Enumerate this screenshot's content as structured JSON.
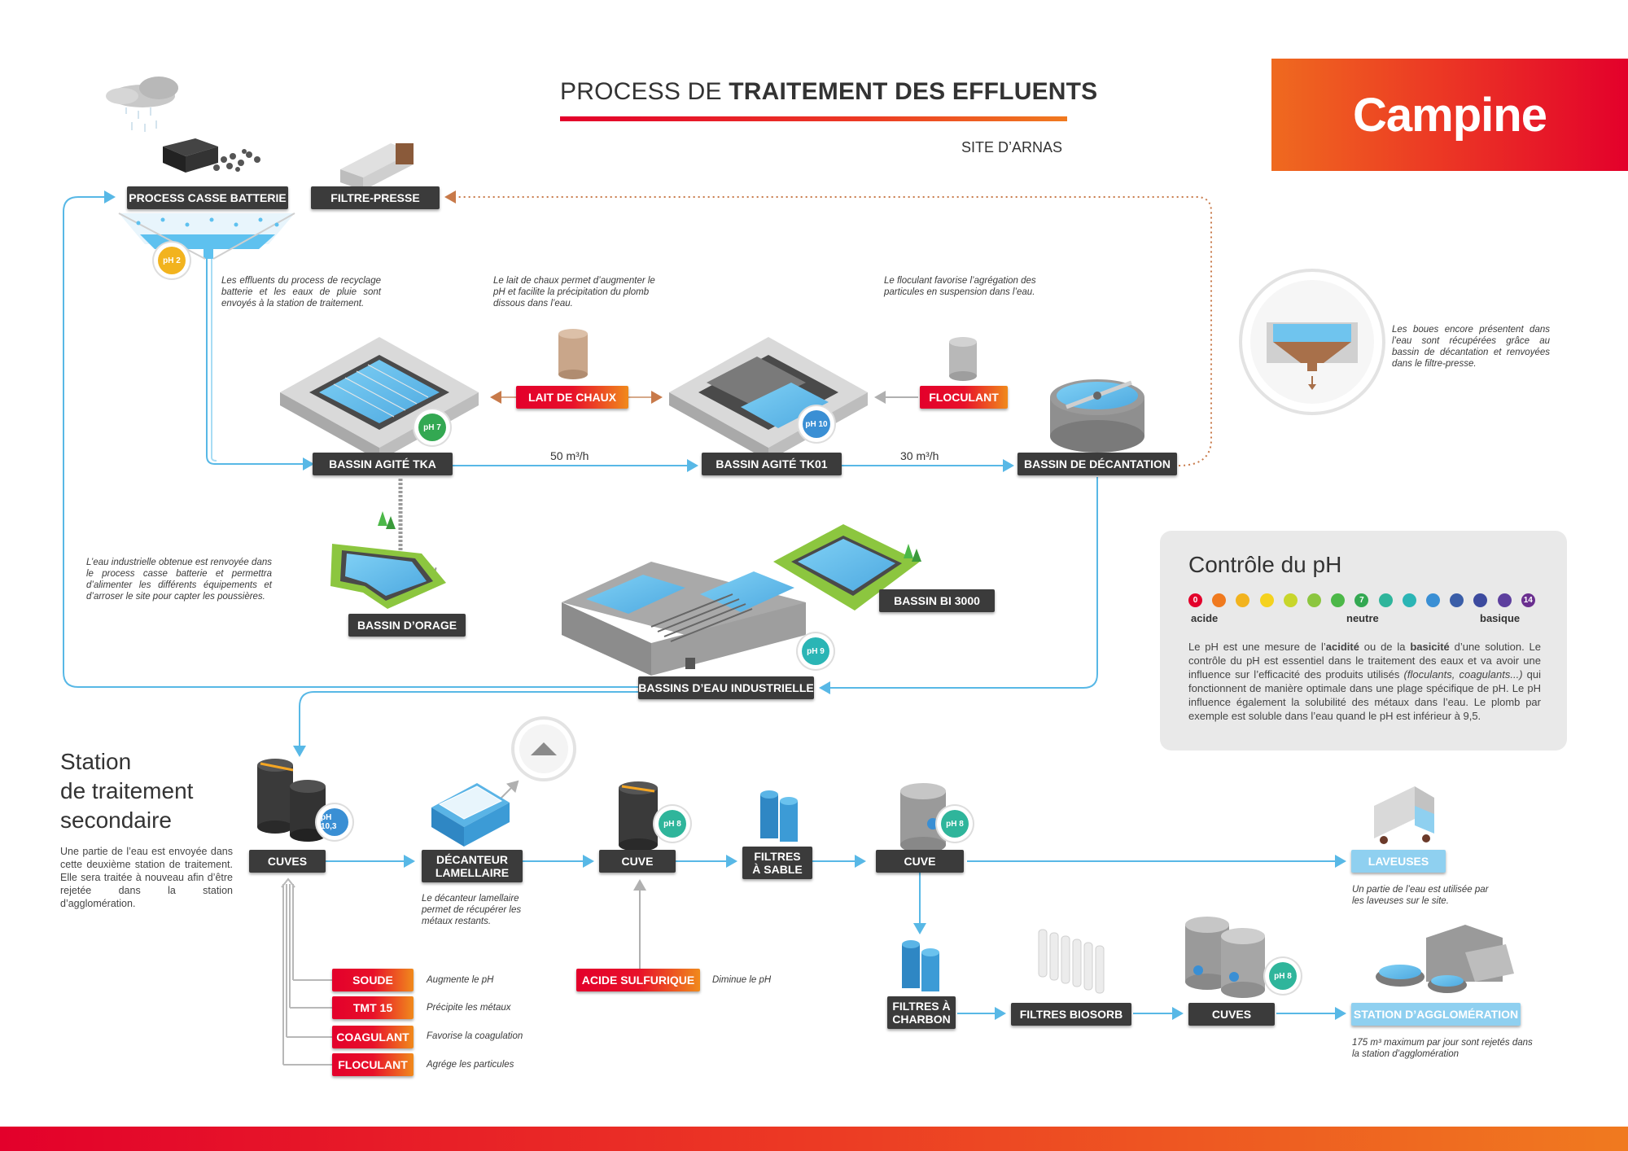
{
  "header": {
    "title_light": "PROCESS DE ",
    "title_bold": "TRAITEMENT DES EFFLUENTS",
    "site": "SITE D’ARNAS",
    "logo": "Campine"
  },
  "colors": {
    "accent_red": "#e3002b",
    "accent_orange": "#f08a1c",
    "flow_blue": "#58b8e6",
    "label_dark": "#3b3b3b",
    "laveuses_blue": "#8fd0f0"
  },
  "primary": {
    "labels": {
      "process_casse": "PROCESS CASSE BATTERIE",
      "filtre_presse": "FILTRE-PRESSE",
      "bassin_tka": "BASSIN AGITÉ TKA",
      "bassin_tk01": "BASSIN AGITÉ TK01",
      "bassin_decantation": "BASSIN DE DÉCANTATION",
      "lait_de_chaux": "LAIT DE CHAUX",
      "floculant": "FLOCULANT",
      "bassin_orage": "BASSIN D’ORAGE",
      "bassin_bi3000": "BASSIN BI 3000",
      "bassins_eau_industrielle": "BASSINS D’EAU INDUSTRIELLE"
    },
    "flows": {
      "tka_to_tk01": "50 m³/h",
      "tk01_to_decantation": "30 m³/h"
    },
    "ph": {
      "casse": "pH 2",
      "tka": "pH 7",
      "tk01": "pH 10",
      "industrielle": "pH 9"
    },
    "notes": {
      "effluents": "Les effluents du process de recyclage batterie et les eaux de pluie sont envoyés à la station de traitement.",
      "lait": "Le lait de chaux permet d’augmenter le pH et facilite la précipitation du plomb dissous dans l’eau.",
      "floculant": "Le floculant favorise l’agrégation des particules en suspension dans l’eau.",
      "boues": "Les boues encore présentent dans l’eau sont récupérées grâce au bassin de décantation et renvoyées dans le filtre-presse.",
      "eau_industrielle": "L’eau industrielle obtenue est renvoyée dans le process casse batterie et permettra d’alimenter les différents équipements et d’arroser le site pour capter les poussières."
    }
  },
  "ph_control": {
    "title": "Contrôle du pH",
    "scale_first": "0",
    "scale_mid": "7",
    "scale_last": "14",
    "acide": "acide",
    "neutre": "neutre",
    "basique": "basique",
    "scale_colors": [
      "#e3002b",
      "#f07a1f",
      "#f2b31e",
      "#f5d21e",
      "#c8d62b",
      "#8cc63f",
      "#4cb848",
      "#33a852",
      "#2fb59b",
      "#2bb5b5",
      "#3a8fd4",
      "#3a5ea8",
      "#3c4a9e",
      "#5d3f9e",
      "#6a2f8f"
    ],
    "text_parts": [
      "Le pH est une mesure de l’",
      "acidité",
      " ou de la ",
      "basicité",
      " d’une solution. Le contrôle du pH est essentiel dans le traitement des eaux et va avoir une influence sur l’efficacité des produits utilisés ",
      "(floculants, coagulants...)",
      " qui fonctionnent de manière optimale dans une plage spécifique de pH. Le pH influence également la solubilité des métaux dans l’eau. Le plomb par exemple est soluble dans l’eau quand le pH est inférieur à 9,5."
    ]
  },
  "secondary": {
    "title_l1": "Station",
    "title_l2": "de traitement",
    "title_l3": "secondaire",
    "text": "Une partie de l’eau est envoyée dans cette deuxième station de traitement. Elle sera traitée à nouveau afin d’être rejetée dans la station d’agglomération.",
    "labels": {
      "cuves1": "CUVES",
      "decanteur": "DÉCANTEUR\nLAMELLAIRE",
      "cuve2": "CUVE",
      "filtres_sable": "FILTRES\nÀ SABLE",
      "cuve3": "CUVE",
      "laveuses": "LAVEUSES",
      "filtres_charbon": "FILTRES À\nCHARBON",
      "filtres_biosorb": "FILTRES BIOSORB",
      "cuves4": "CUVES",
      "station_agglo": "STATION D’AGGLOMÉRATION",
      "acide": "ACIDE SULFURIQUE"
    },
    "ph": {
      "cuves1": "pH 10,3",
      "cuve2": "pH 8",
      "cuve3": "pH 8",
      "cuves4": "pH 8"
    },
    "chemicals": [
      {
        "label": "SOUDE",
        "desc": "Augmente le pH"
      },
      {
        "label": "TMT 15",
        "desc": "Précipite les métaux"
      },
      {
        "label": "COAGULANT",
        "desc": "Favorise la coagulation"
      },
      {
        "label": "FLOCULANT",
        "desc": "Agrége les particules"
      }
    ],
    "notes": {
      "decanteur": "Le décanteur lamellaire permet de récupérer les métaux restants.",
      "acide": "Diminue le pH",
      "laveuses": "Un partie de l’eau est utilisée par les laveuses sur le site.",
      "agglo": "175 m³ maximum par jour sont rejetés dans la station d’agglomération"
    }
  }
}
